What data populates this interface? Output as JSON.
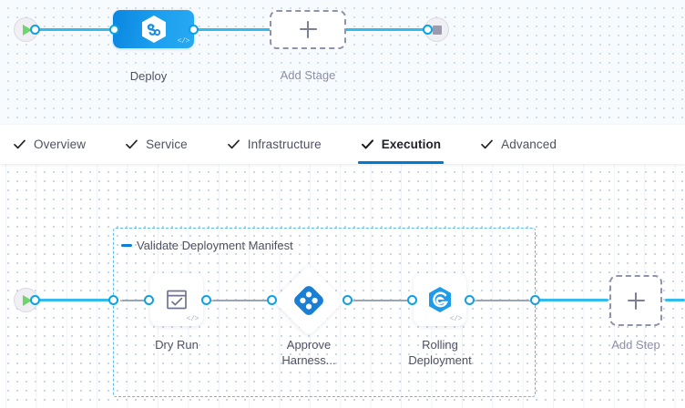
{
  "pipeline": {
    "stage_canvas": {
      "start_node": {
        "name": "start-node",
        "icon": "play-icon"
      },
      "end_node": {
        "name": "end-node",
        "icon": "stop-icon"
      },
      "nodes": [
        {
          "id": "deploy",
          "label": "Deploy",
          "icon": "harness-hexagon-icon",
          "badge": "</>",
          "type": "stage"
        },
        {
          "id": "add-stage",
          "label": "Add Stage",
          "icon": "plus-icon",
          "type": "add"
        }
      ]
    },
    "tabs": [
      {
        "id": "overview",
        "label": "Overview",
        "icon": "check-icon",
        "active": false
      },
      {
        "id": "service",
        "label": "Service",
        "icon": "check-icon",
        "active": false
      },
      {
        "id": "infrastructure",
        "label": "Infrastructure",
        "icon": "check-icon",
        "active": false
      },
      {
        "id": "execution",
        "label": "Execution",
        "icon": "check-icon",
        "active": true
      },
      {
        "id": "advanced",
        "label": "Advanced",
        "icon": "check-icon",
        "active": false
      }
    ],
    "execution": {
      "start_node": {
        "name": "exec-start-node",
        "icon": "play-icon"
      },
      "group": {
        "title": "Validate Deployment Manifest",
        "collapse_icon": "minus-icon"
      },
      "steps": [
        {
          "id": "dry-run",
          "label": "Dry Run",
          "icon": "shell-script-check-icon",
          "badge": "</>",
          "shape": "rounded"
        },
        {
          "id": "approve-harness",
          "label": "Approve\nHarness...",
          "icon": "harness-approval-icon",
          "shape": "diamond"
        },
        {
          "id": "rolling-deployment",
          "label": "Rolling\nDeployment",
          "icon": "rolling-deployment-icon",
          "badge": "</>",
          "shape": "rounded"
        }
      ],
      "add_step": {
        "label": "Add Step",
        "icon": "plus-icon"
      }
    },
    "colors": {
      "accent_blue": "#0278d5",
      "connector_blue": "#33bbee",
      "stage_blue": "#1696e8",
      "dashed_connector": "#9aa5b8",
      "group_border": "#56bdf0",
      "play_green": "#6fd36f",
      "stop_gray": "#9b9bab",
      "label_text": "#4f5162"
    }
  }
}
